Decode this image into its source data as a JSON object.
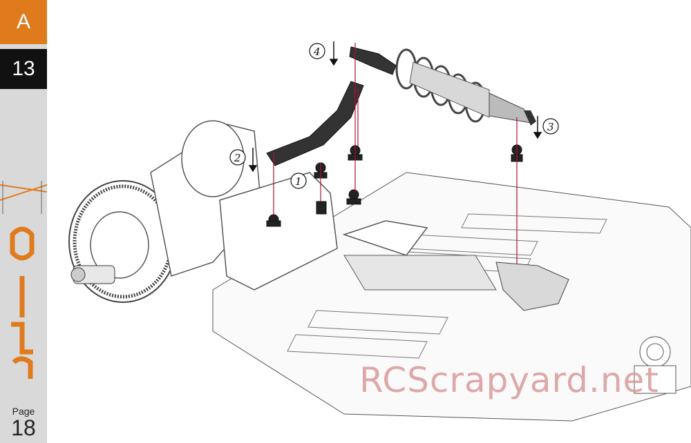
{
  "sidebar": {
    "section_letter": "A",
    "step_number": "13",
    "page_label": "Page",
    "page_number": "18",
    "brand_logo": "SRLO-logo"
  },
  "callouts": {
    "c1": "1",
    "c2": "2",
    "c3": "3",
    "c4": "4"
  },
  "watermark": "RCScrapyard.net",
  "colors": {
    "accent_orange": "#e07b1d",
    "sidebar_grey": "#d9d9d9",
    "step_black": "#111111",
    "guide_line_red": "#b01030",
    "watermark_pink": "#d99a9a"
  }
}
